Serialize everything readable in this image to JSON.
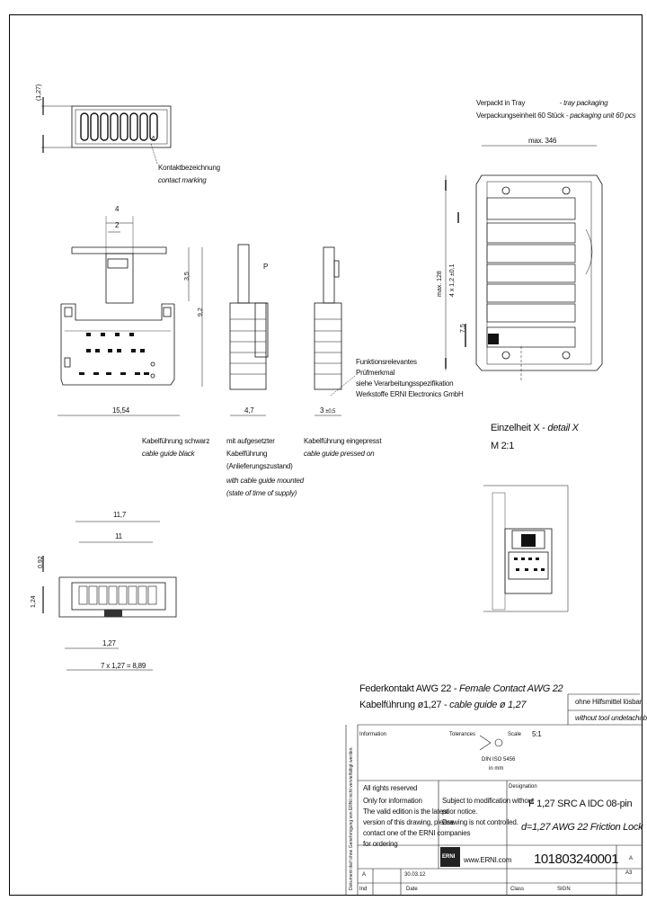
{
  "packaging": {
    "line1_de": "Verpackt in Tray",
    "line1_en": "- tray packaging",
    "line2_de": "Verpackungseinheit 60 Stück",
    "line2_en": "- packaging unit 60 pcs",
    "max_dim": "max. 346"
  },
  "views": {
    "pitch_label": "(1,27)",
    "contact_marking_de": "Kontaktbezeichnung",
    "contact_marking_en": "contact marking",
    "marking_digit": "4",
    "dim_4": "4",
    "dim_2": "2",
    "dim_3_5": "3,5",
    "dim_9_2": "9,2",
    "dim_15_54": "15,54",
    "dim_4_7": "4,7",
    "dim_3": "3",
    "dim_3_suffix": "±0,5",
    "marker_p": "P",
    "func_note": [
      "Funktionsrelevantes",
      "Prüfmerkmal",
      "siehe Verarbeitungsspezifikation",
      "Werkstoffe ERNI Electronics GmbH"
    ],
    "guide_black_de": "Kabelführung schwarz",
    "guide_black_en": "cable guide black",
    "guide_mounted": [
      "mit aufgesetzter",
      "Kabelführung",
      "(Anlieferungszustand)"
    ],
    "guide_mounted_en": [
      "with cable guide mounted",
      "(state of time of supply)"
    ],
    "guide_pressed_de": "Kabelführung eingepresst",
    "guide_pressed_en": "cable guide pressed on",
    "dim_11_7": "11,7",
    "dim_11": "11",
    "dim_0_92": "0,92",
    "dim_1_24": "1,24",
    "dim_1_27": "1,27",
    "dim_7x": "7 x 1,27 = 8,89"
  },
  "tray": {
    "dims": [
      "max. 128",
      "4 x 1,2 ±0,1",
      "7,5"
    ]
  },
  "detail": {
    "title_de": "Einzelheit X - ",
    "title_en": "detail  X",
    "scale": "M 2:1"
  },
  "titleblock": {
    "title1_de": "Federkontakt AWG 22 - ",
    "title1_en": "Female Contact AWG 22",
    "title2_de": "Kabelführung ø1,27 - ",
    "title2_en": "cable guide ø 1,27",
    "no_tool_de": "ohne Hilfsmittel lösbar",
    "no_tool_en": "without tool undetachable",
    "information": "Information",
    "tolerances": "Tolerances",
    "scale_label": "Scale",
    "scale_value": "5:1",
    "projection": "DIN ISO 5456",
    "units": "in mm",
    "rights": "All rights reserved",
    "info_only": [
      "Only for information",
      "The valid edition is the latest",
      "version of this drawing, please",
      "contact one of the ERNI companies",
      "for ordering"
    ],
    "subject": [
      "Subject to modification without",
      "prior notice.",
      "Drawing is not controlled."
    ],
    "designation_label": "Designation",
    "designation1": "F 1,27 SRC A IDC 08-pin",
    "designation2": "d=1,27 AWG 22 Friction Lock",
    "logo": "ERNI",
    "web": "www.ERNI.com",
    "part_no": "101803240001",
    "rev_label": "A",
    "sheet": "A3",
    "row_labels": [
      "A",
      "Ind",
      "Date",
      "Class",
      "SIGN"
    ],
    "date": "30.03.12",
    "vertical_note": "Dokument darf ohne Genehmigung von ERNI nicht vervielfältigt werden."
  }
}
